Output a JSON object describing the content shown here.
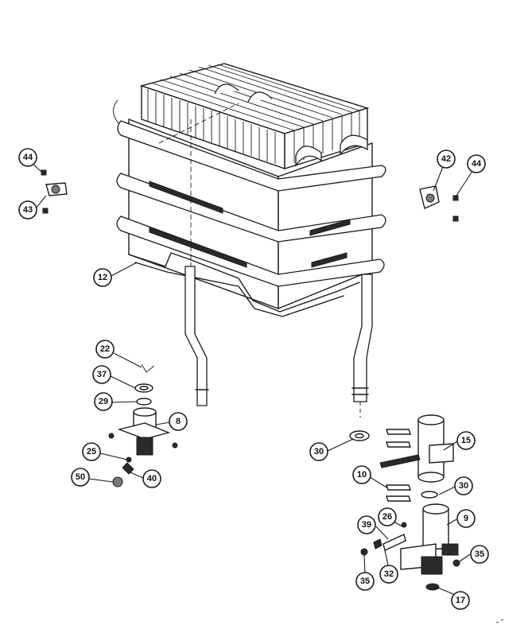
{
  "diagram": {
    "callouts": [
      {
        "id": "44a",
        "label": "44"
      },
      {
        "id": "43",
        "label": "43"
      },
      {
        "id": "12",
        "label": "12"
      },
      {
        "id": "42",
        "label": "42"
      },
      {
        "id": "44b",
        "label": "44"
      },
      {
        "id": "22",
        "label": "22"
      },
      {
        "id": "37",
        "label": "37"
      },
      {
        "id": "29",
        "label": "29"
      },
      {
        "id": "8",
        "label": "8"
      },
      {
        "id": "25",
        "label": "25"
      },
      {
        "id": "50",
        "label": "50"
      },
      {
        "id": "40",
        "label": "40"
      },
      {
        "id": "30a",
        "label": "30"
      },
      {
        "id": "15",
        "label": "15"
      },
      {
        "id": "10",
        "label": "10"
      },
      {
        "id": "30b",
        "label": "30"
      },
      {
        "id": "9",
        "label": "9"
      },
      {
        "id": "39",
        "label": "39"
      },
      {
        "id": "26",
        "label": "26"
      },
      {
        "id": "35a",
        "label": "35"
      },
      {
        "id": "35b",
        "label": "35"
      },
      {
        "id": "32",
        "label": "32"
      },
      {
        "id": "17",
        "label": "17"
      }
    ]
  }
}
